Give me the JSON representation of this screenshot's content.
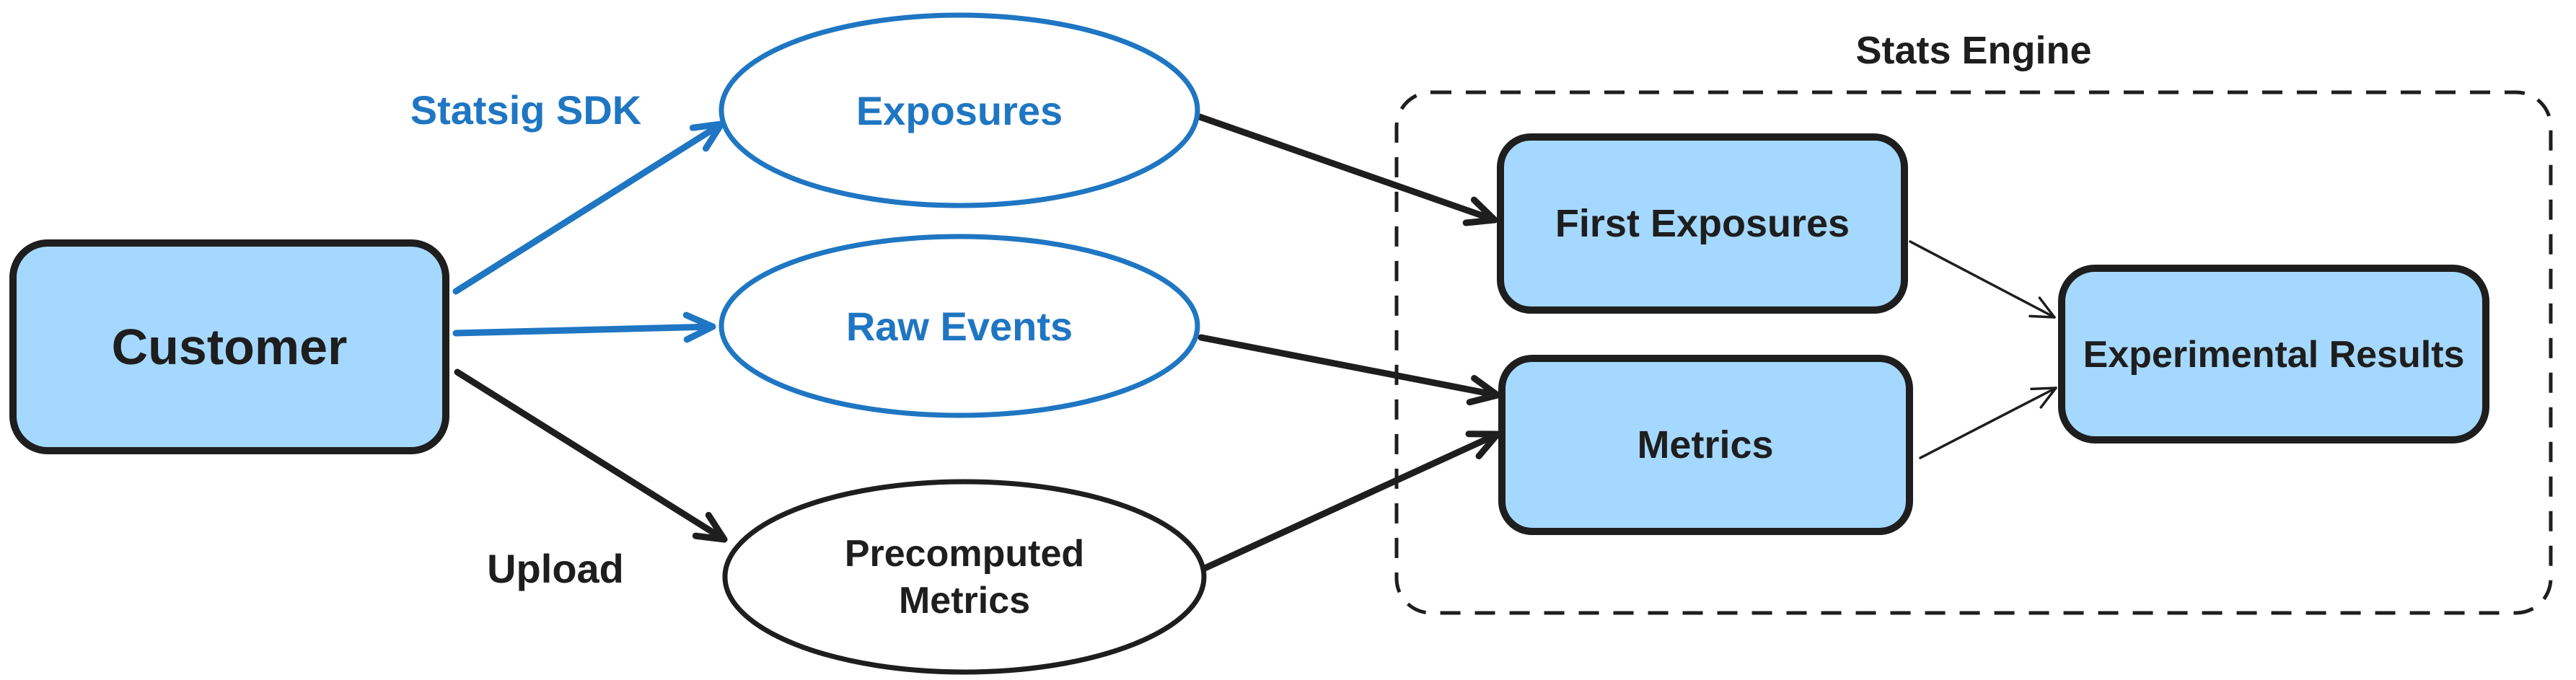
{
  "diagram": {
    "title": "Stats Engine",
    "nodes": {
      "customer": {
        "label": "Customer"
      },
      "exposures": {
        "label": "Exposures"
      },
      "raw_events": {
        "label": "Raw Events"
      },
      "precomputed_metrics": {
        "line1": "Precomputed",
        "line2": "Metrics"
      },
      "first_exposures": {
        "label": "First Exposures"
      },
      "metrics": {
        "label": "Metrics"
      },
      "experimental_results": {
        "label": "Experimental Results"
      }
    },
    "edge_labels": {
      "statsig_sdk": "Statsig SDK",
      "upload": "Upload"
    },
    "colors": {
      "node_fill_blue": "#a5d8ff",
      "ink_dark": "#1e1e1e",
      "accent_blue": "#1f76c2",
      "background": "#ffffff"
    }
  }
}
